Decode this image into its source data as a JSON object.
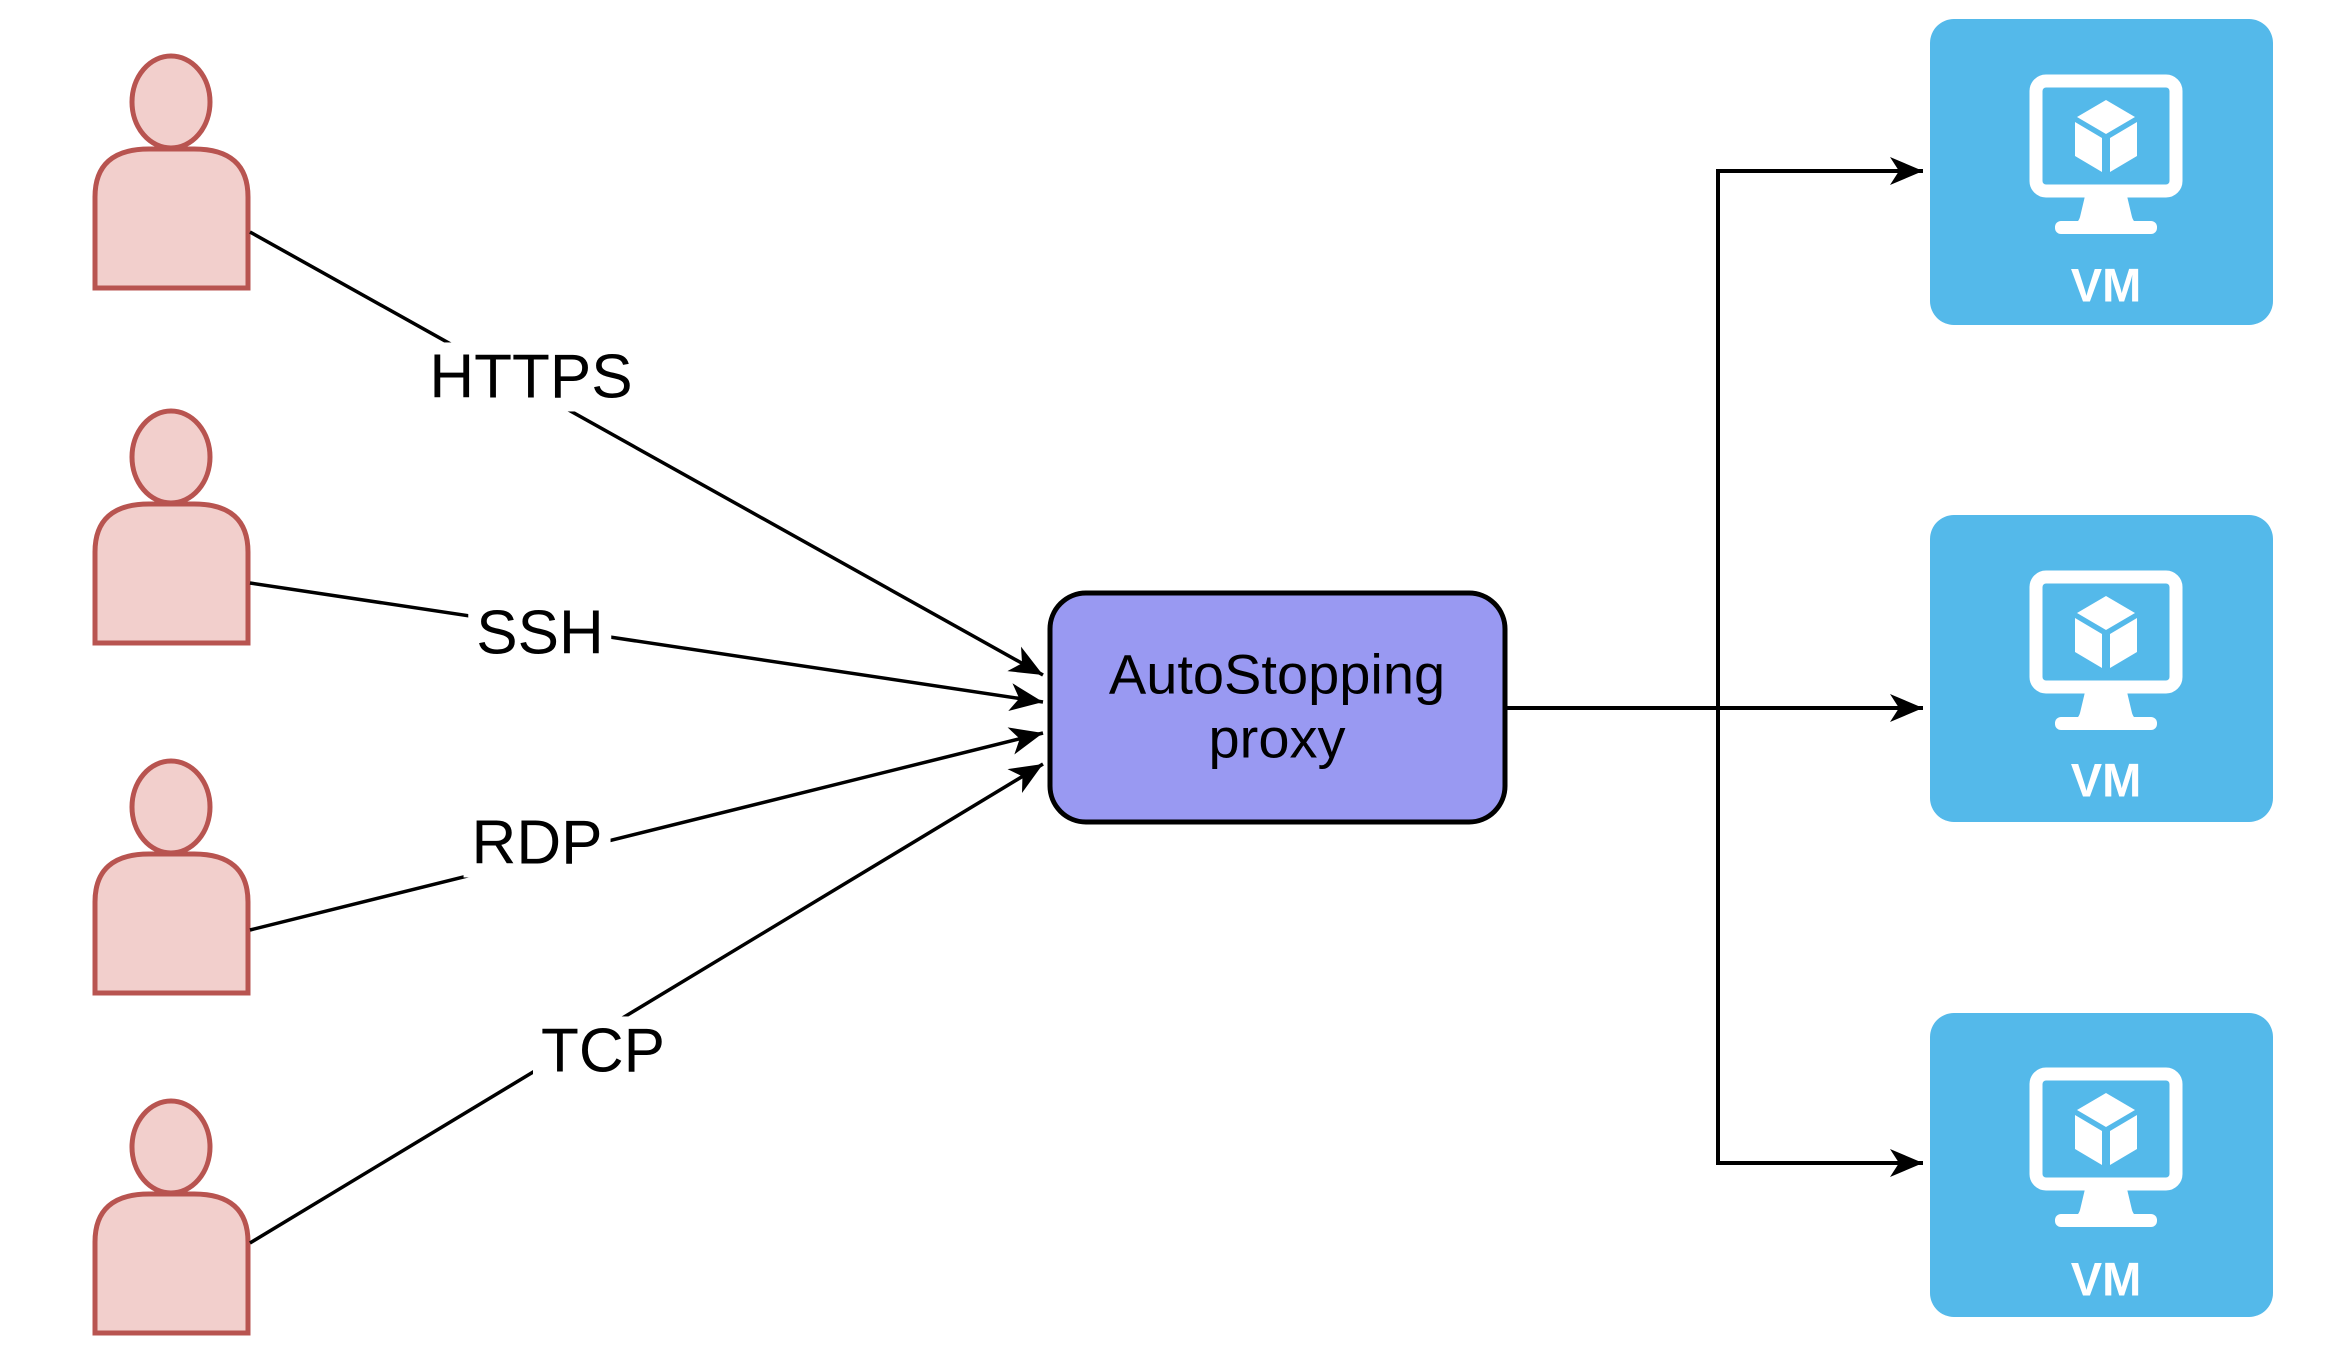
{
  "canvas": {
    "width": "2350",
    "height": "1368",
    "background": "#FFFFFF"
  },
  "users": [
    {
      "icon": "user-icon"
    },
    {
      "icon": "user-icon"
    },
    {
      "icon": "user-icon"
    },
    {
      "icon": "user-icon"
    }
  ],
  "edges": [
    {
      "label": "HTTPS"
    },
    {
      "label": "SSH"
    },
    {
      "label": "RDP"
    },
    {
      "label": "TCP"
    }
  ],
  "proxy": {
    "label": "AutoStopping proxy"
  },
  "vms": [
    {
      "label": "VM",
      "icon": "vm-monitor-cube-icon"
    },
    {
      "label": "VM",
      "icon": "vm-monitor-cube-icon"
    },
    {
      "label": "VM",
      "icon": "vm-monitor-cube-icon"
    }
  ],
  "colors": {
    "user_fill": "#F2CFCC",
    "user_stroke": "#B85450",
    "proxy_fill": "#9999F2",
    "proxy_border": "#000000",
    "vm_fill": "#54B9EA",
    "vm_icon": "#FFFFFF",
    "connector": "#000000",
    "edge_label_text": "#000000",
    "vm_label_text": "#FFFFFF"
  }
}
